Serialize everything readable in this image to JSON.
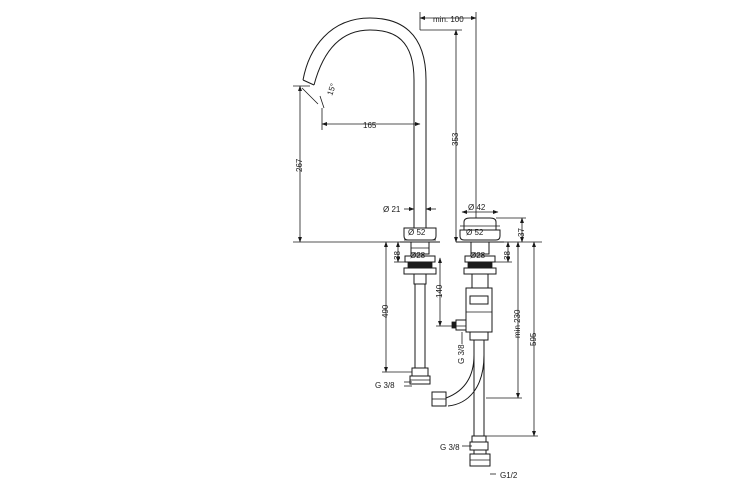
{
  "dimensions": {
    "min_100": "min. 100",
    "angle_15": "15°",
    "reach_165": "165",
    "height_267": "267",
    "height_353": "353",
    "dia_21": "Ø 21",
    "dia_42": "Ø 42",
    "dia_52_spout": "Ø 52",
    "dia_52_drain": "Ø 52",
    "h_37": "37",
    "h_38_left": "38",
    "h_38_right": "38",
    "dia_28_left": "Ø28",
    "dia_28_right": "Ø28",
    "h_140": "140",
    "h_490": "490",
    "min_230": "min 230",
    "h_595": "595",
    "g38_mid": "G 3/8",
    "g38_left": "G 3/8",
    "g38_bottom": "G 3/8",
    "g12": "G1/2"
  },
  "colors": {
    "line": "#1a1a1a",
    "background": "#ffffff"
  }
}
